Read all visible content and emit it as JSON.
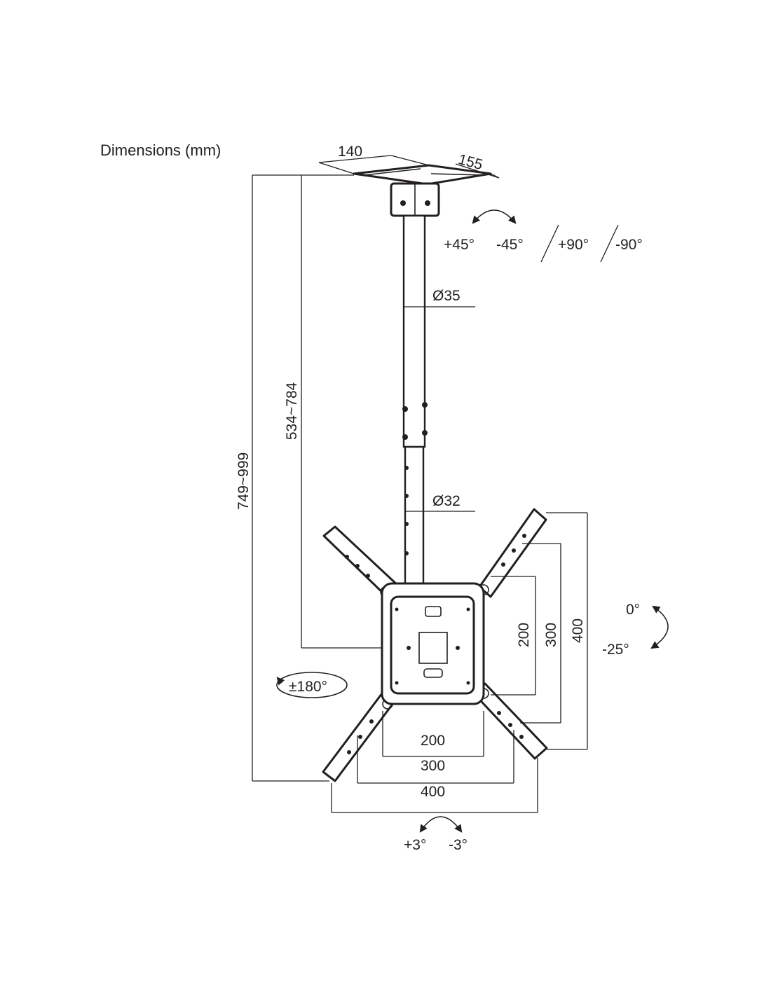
{
  "title": "Dimensions (mm)",
  "ceiling_plate": {
    "width": "140",
    "depth": "155"
  },
  "tilt_top": {
    "plus": "+45°",
    "minus": "-45°"
  },
  "rotation": {
    "plus": "+90°",
    "minus": "-90°"
  },
  "tube_upper": {
    "diameter": "Ø35"
  },
  "tube_lower": {
    "diameter": "Ø32"
  },
  "drop_height": {
    "inner": "534~784",
    "outer": "749~999"
  },
  "swivel": {
    "label": "±180°"
  },
  "vesa_horizontal": [
    "200",
    "300",
    "400"
  ],
  "vesa_vertical": [
    "200",
    "300",
    "400"
  ],
  "tilt_side": {
    "top": "0°",
    "bottom": "-25°"
  },
  "level_adjust": {
    "plus": "+3°",
    "minus": "-3°"
  },
  "colors": {
    "ink": "#231f20",
    "background": "#ffffff"
  }
}
